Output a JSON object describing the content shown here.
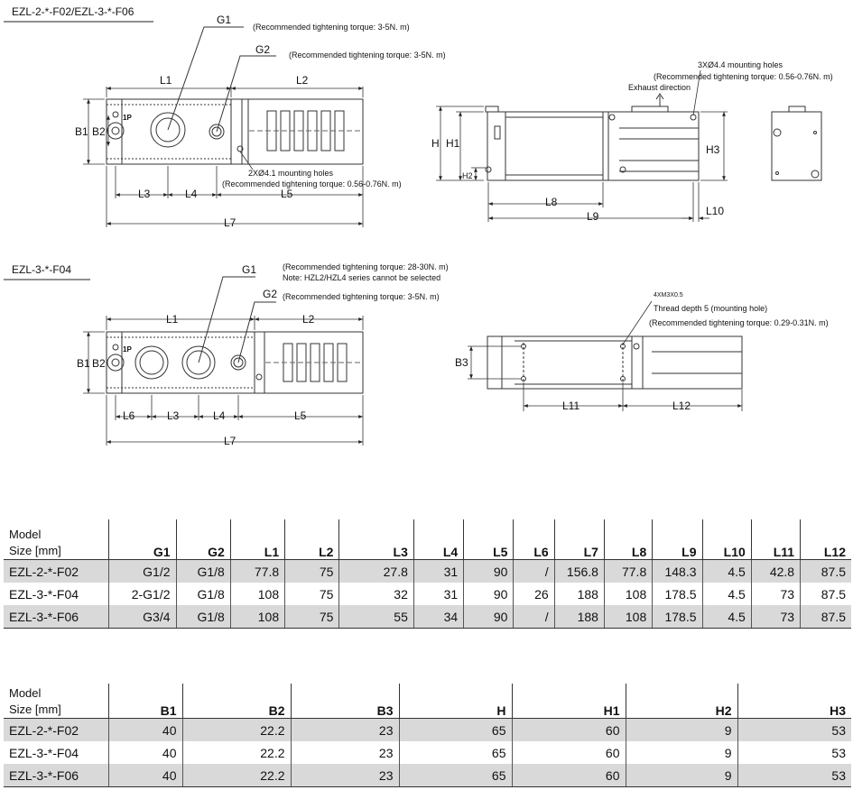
{
  "titles": {
    "top": "EZL-2-*-F02/EZL-3-*-F06",
    "mid": "EZL-3-*-F04"
  },
  "top_notes": {
    "g1_torque": "(Recommended tightening torque: 3-5N. m)",
    "g2_torque": "(Recommended tightening torque: 3-5N. m)",
    "holes_2x": "2XØ4.1 mounting holes",
    "holes_2x_torque": "(Recommended tightening torque: 0.56-0.76N. m)",
    "holes_3x": "3XØ4.4 mounting holes",
    "holes_3x_torque": "(Recommended tightening torque: 0.56-0.76N. m)",
    "exhaust": "Exhaust direction"
  },
  "mid_notes": {
    "g1_torque": "(Recommended tightening torque: 28-30N. m)",
    "g1_note": "Note: HZL2/HZL4 series cannot be selected",
    "g2_torque": "(Recommended tightening torque: 3-5N. m)",
    "thread_size": "4XM3X0.5",
    "thread_depth": "Thread depth 5 (mounting hole)",
    "thread_torque": "(Recommended tightening torque: 0.29-0.31N. m)"
  },
  "dims": {
    "G1": "G1",
    "G2": "G2",
    "L1": "L1",
    "L2": "L2",
    "L3": "L3",
    "L4": "L4",
    "L5": "L5",
    "L6": "L6",
    "L7": "L7",
    "L8": "L8",
    "L9": "L9",
    "L10": "L10",
    "L11": "L11",
    "L12": "L12",
    "B1": "B1",
    "B2": "B2",
    "B3": "B3",
    "H": "H",
    "H1": "H1",
    "H2": "H2",
    "H3": "H3",
    "port": "1P"
  },
  "table1": {
    "corner_line1": "Model",
    "corner_line2": "Size [mm]",
    "headers": [
      "G1",
      "G2",
      "L1",
      "L2",
      "L3",
      "L4",
      "L5",
      "L6",
      "L7",
      "L8",
      "L9",
      "L10",
      "L11",
      "L12"
    ],
    "rows": [
      {
        "model": "EZL-2-*-F02",
        "values": [
          "G1/2",
          "G1/8",
          "77.8",
          "75",
          "27.8",
          "31",
          "90",
          "/",
          "156.8",
          "77.8",
          "148.3",
          "4.5",
          "42.8",
          "87.5"
        ]
      },
      {
        "model": "EZL-3-*-F04",
        "values": [
          "2-G1/2",
          "G1/8",
          "108",
          "75",
          "32",
          "31",
          "90",
          "26",
          "188",
          "108",
          "178.5",
          "4.5",
          "73",
          "87.5"
        ]
      },
      {
        "model": "EZL-3-*-F06",
        "values": [
          "G3/4",
          "G1/8",
          "108",
          "75",
          "55",
          "34",
          "90",
          "/",
          "188",
          "108",
          "178.5",
          "4.5",
          "73",
          "87.5"
        ]
      }
    ]
  },
  "table2": {
    "corner_line1": "Model",
    "corner_line2": "Size [mm]",
    "headers": [
      "B1",
      "B2",
      "B3",
      "H",
      "H1",
      "H2",
      "H3"
    ],
    "rows": [
      {
        "model": "EZL-2-*-F02",
        "values": [
          "40",
          "22.2",
          "23",
          "65",
          "60",
          "9",
          "53"
        ]
      },
      {
        "model": "EZL-3-*-F04",
        "values": [
          "40",
          "22.2",
          "23",
          "65",
          "60",
          "9",
          "53"
        ]
      },
      {
        "model": "EZL-3-*-F06",
        "values": [
          "40",
          "22.2",
          "23",
          "65",
          "60",
          "9",
          "53"
        ]
      }
    ]
  }
}
